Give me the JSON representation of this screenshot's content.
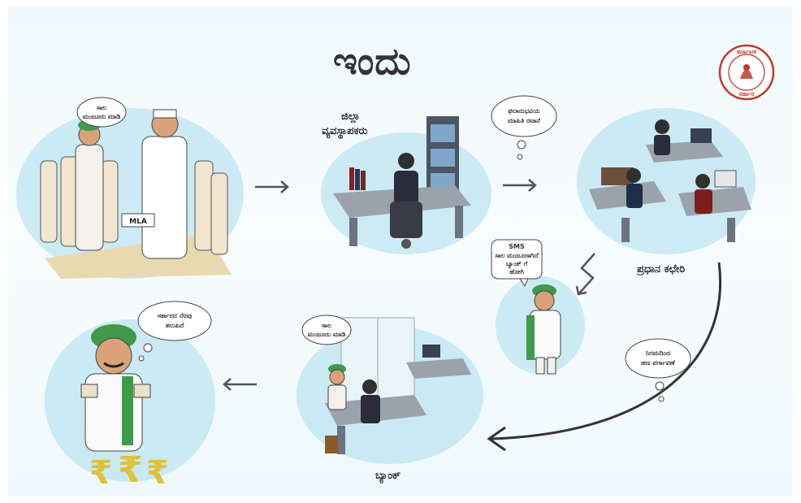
{
  "title": "ಇಂದು",
  "emblem": {
    "top_text": "ಕರ್ನಾಟಕ",
    "bottom_text": "ಸರ್ಕಾರ",
    "color": "#c0392b"
  },
  "labels": {
    "district_officer": [
      "ಜಿಲ್ಲಾ",
      "ವ್ಯವಸ್ಥಾಪಕರು"
    ],
    "head_office": "ಪ್ರಧಾನ ಕಛೇರಿ",
    "bank": "ಬ್ಯಾಂಕ್",
    "mla_sign": "MLA"
  },
  "bubbles": {
    "farmer_request": [
      "ಸಾಲ",
      "ಮಂಜೂರು ಮಾಡಿ"
    ],
    "info_sent": [
      "ಫಲಾನುಭವಿಯ",
      "ಮಾಹಿತಿ ರವಾನೆ"
    ],
    "sms": [
      "SMS",
      "ಸಾಲ ಮಂಜೂರಾಗಿದೆ",
      "ಬ್ಯಾಂಕ್ ಗೆ",
      "ಹೋಗಿ"
    ],
    "corp_funds": [
      "ನಿಗಮದಿಂದ",
      "ಹಣ ವರ್ಗಾವಣೆ"
    ],
    "bank_request": [
      "ಸಾಲ",
      "ಮಂಜೂರು ಮಾಡಿ"
    ],
    "happy_farmer": [
      "ಸರ್ಕಾರದ ನೆರವು",
      "ತಲುಪಿದೆ"
    ]
  },
  "rupee_symbols": [
    "₹",
    "₹",
    "₹"
  ],
  "colors": {
    "wash": "#a9ddec",
    "arrow": "#555555",
    "turban": "#3f9a4a",
    "desk": "#9aa3ab"
  }
}
